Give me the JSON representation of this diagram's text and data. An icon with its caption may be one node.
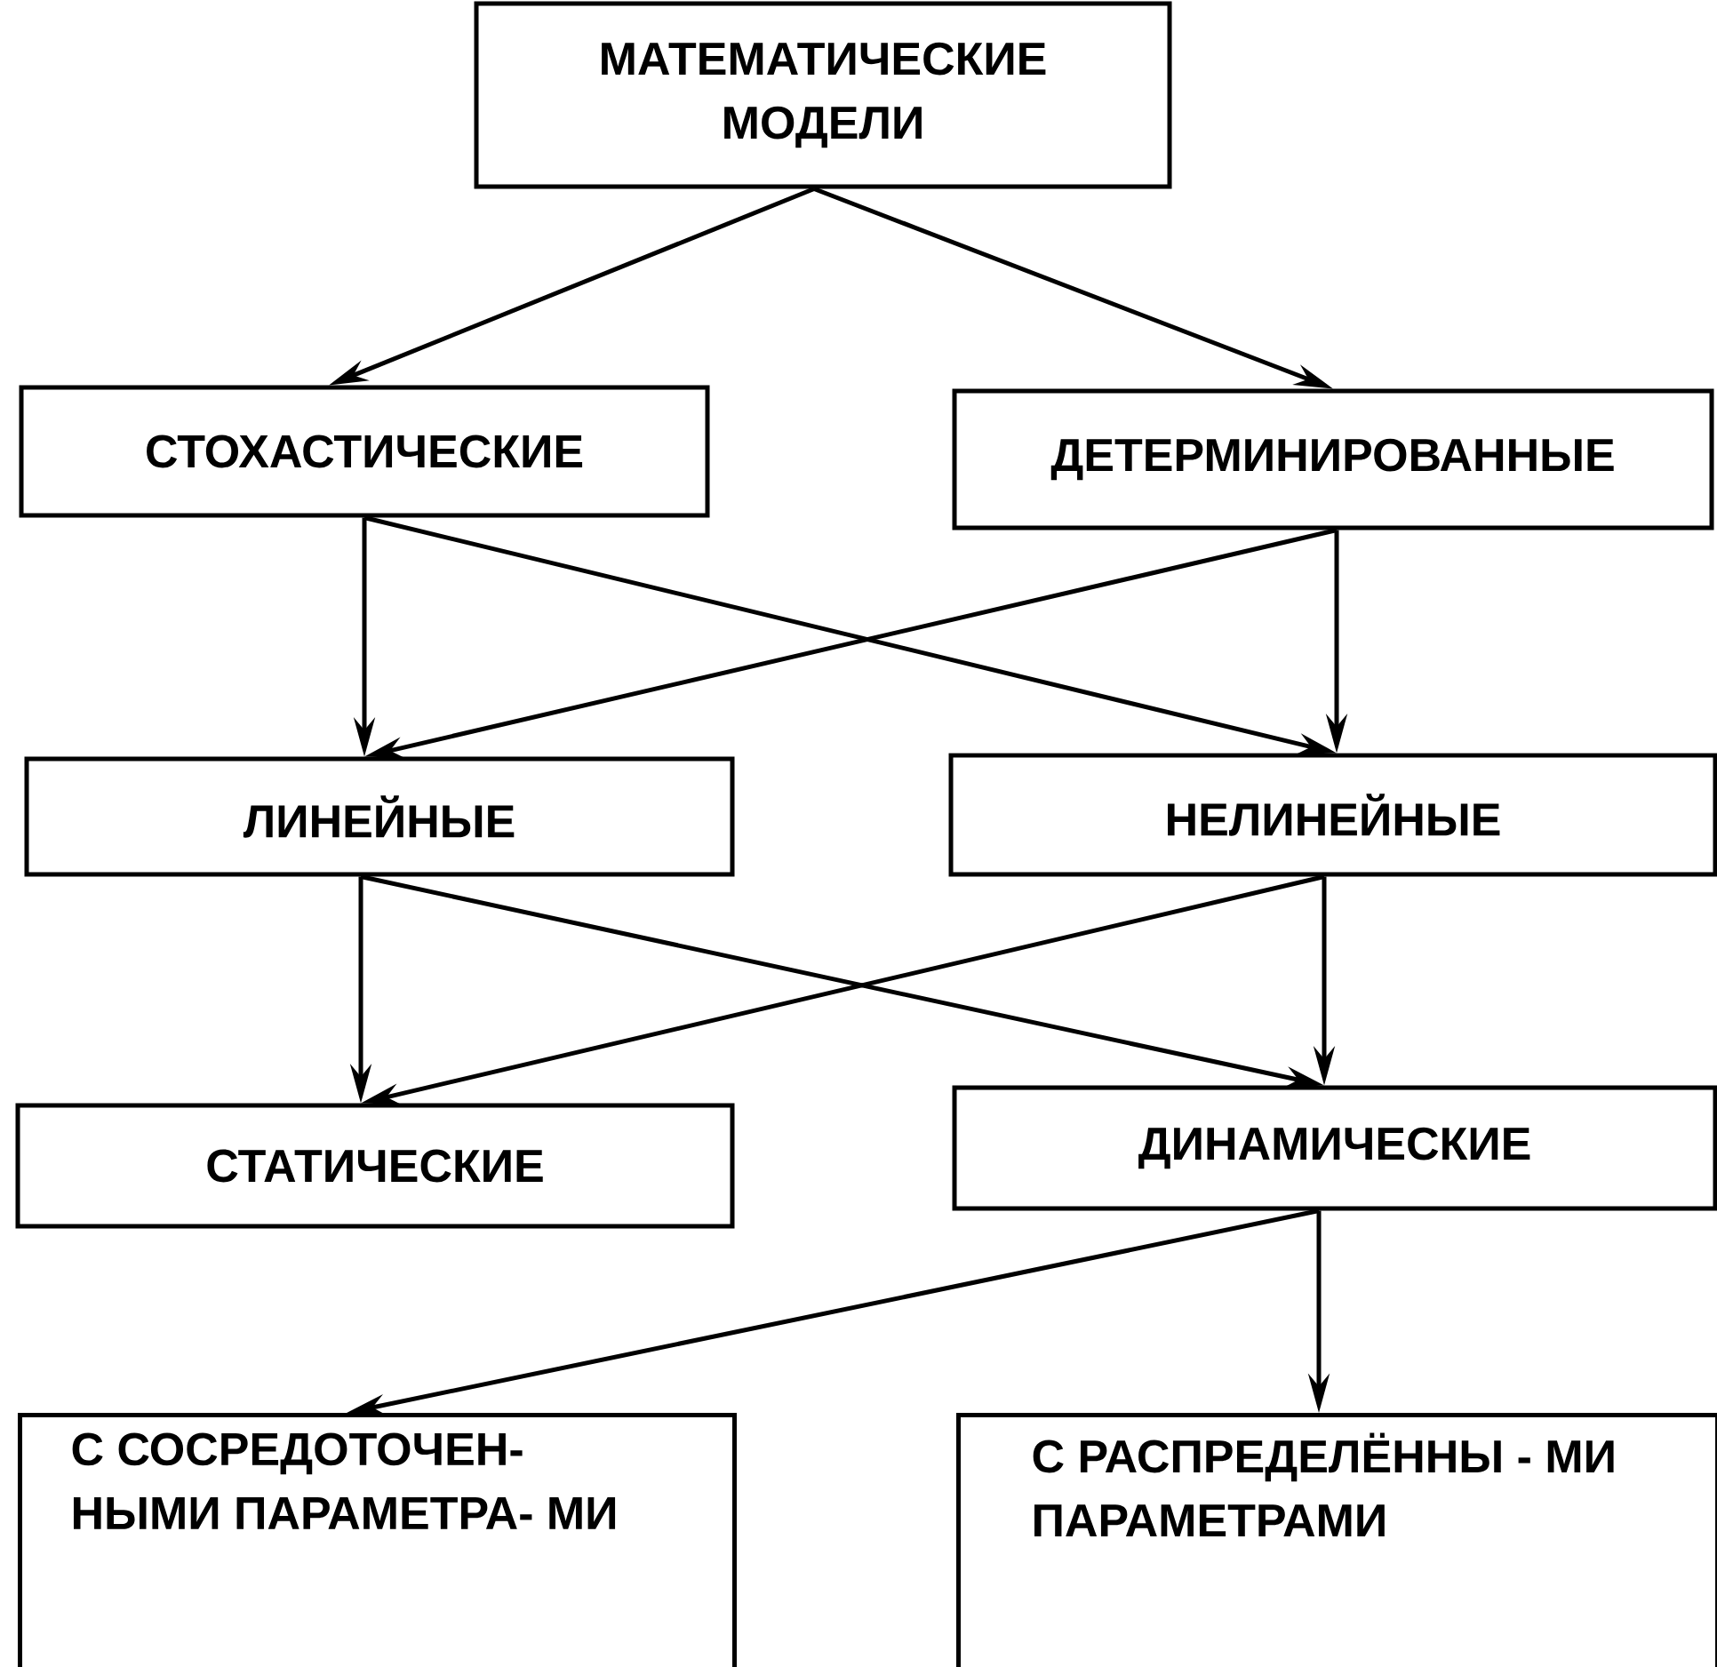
{
  "diagram": {
    "nodes": [
      {
        "text": [
          "МАТЕМАТИЧЕСКИЕ МОДЕЛИ"
        ]
      },
      {
        "text": [
          "СТОХАСТИЧЕСКИЕ"
        ]
      },
      {
        "text": [
          "ДЕТЕРМИНИРОВАННЫЕ"
        ]
      },
      {
        "text": [
          "ЛИНЕЙНЫЕ"
        ]
      },
      {
        "text": [
          "НЕЛИНЕЙНЫЕ"
        ]
      },
      {
        "text": [
          "СТАТИЧЕСКИЕ"
        ]
      },
      {
        "text": [
          "ДИНАМИЧЕСКИЕ"
        ]
      },
      {
        "text": [
          "С СОСРЕДОТОЧЕН- НЫМИ ПАРАМЕТРА- МИ"
        ]
      },
      {
        "text": [
          "С РАСПРЕДЕЛЁННЫ - МИ ПАРАМЕТРАМИ"
        ]
      }
    ],
    "edges": [
      {
        "from": 0,
        "to": 1,
        "arrow": "to"
      },
      {
        "from": 0,
        "to": 2,
        "arrow": "to"
      },
      {
        "from": 1,
        "to": 3,
        "arrow": "to"
      },
      {
        "from": 1,
        "to": 4,
        "arrow": "to"
      },
      {
        "from": 2,
        "to": 3,
        "arrow": "to"
      },
      {
        "from": 2,
        "to": 4,
        "arrow": "to"
      },
      {
        "from": 3,
        "to": 5,
        "arrow": "to"
      },
      {
        "from": 3,
        "to": 6,
        "arrow": "to"
      },
      {
        "from": 4,
        "to": 5,
        "arrow": "to"
      },
      {
        "from": 4,
        "to": 6,
        "arrow": "to"
      },
      {
        "from": 6,
        "to": 7,
        "arrow": "to"
      },
      {
        "from": 6,
        "to": 8,
        "arrow": "to"
      }
    ]
  }
}
